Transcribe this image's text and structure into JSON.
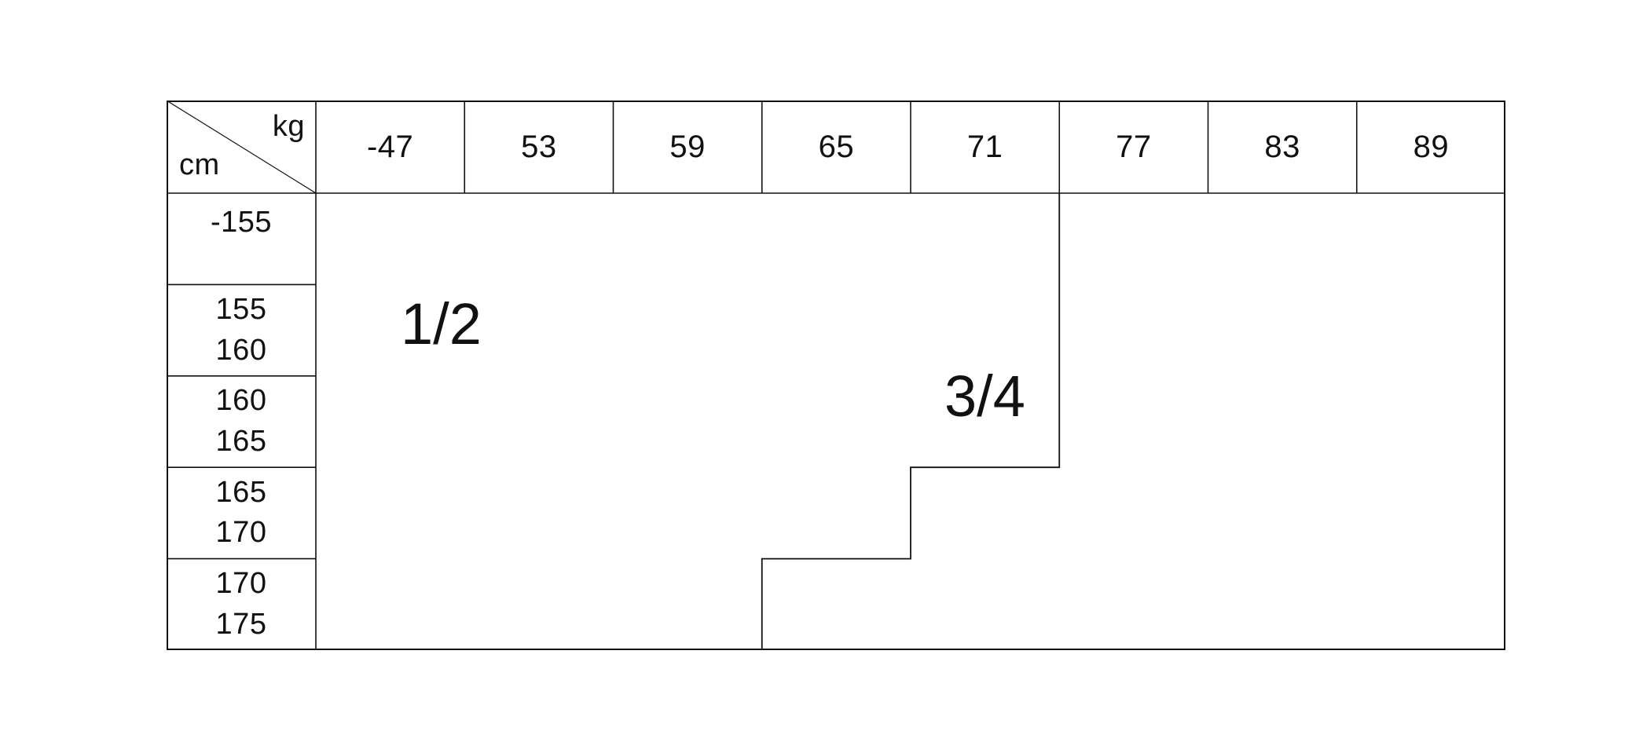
{
  "table": {
    "corner": {
      "weight_unit": "kg",
      "height_unit": "cm"
    },
    "column_headers": [
      "-47",
      "53",
      "59",
      "65",
      "71",
      "77",
      "83",
      "89"
    ],
    "row_headers": [
      {
        "lines": [
          "-155"
        ]
      },
      {
        "lines": [
          "155",
          "160"
        ]
      },
      {
        "lines": [
          "160",
          "165"
        ]
      },
      {
        "lines": [
          "165",
          "170"
        ]
      },
      {
        "lines": [
          "170",
          "175"
        ]
      }
    ],
    "regions": [
      {
        "label": "1/2"
      },
      {
        "label": "3/4"
      }
    ]
  },
  "chart_data": {
    "type": "table",
    "title": "",
    "xlabel": "kg",
    "ylabel": "cm",
    "categories": [
      "-47",
      "53",
      "59",
      "65",
      "71",
      "77",
      "83",
      "89"
    ],
    "rows": [
      "-155",
      "155-160",
      "160-165",
      "165-170",
      "170-175"
    ],
    "cells": [
      [
        "1/2",
        "1/2",
        "1/2",
        "1/2",
        "1/2",
        "3/4",
        "3/4",
        "3/4"
      ],
      [
        "1/2",
        "1/2",
        "1/2",
        "1/2",
        "1/2",
        "3/4",
        "3/4",
        "3/4"
      ],
      [
        "1/2",
        "1/2",
        "1/2",
        "1/2",
        "1/2",
        "3/4",
        "3/4",
        "3/4"
      ],
      [
        "1/2",
        "1/2",
        "1/2",
        "1/2",
        "3/4",
        "3/4",
        "3/4",
        "3/4"
      ],
      [
        "1/2",
        "1/2",
        "1/2",
        "3/4",
        "3/4",
        "3/4",
        "3/4",
        "3/4"
      ]
    ],
    "boundary_steps": [
      5,
      5,
      5,
      4,
      3
    ],
    "grid": true,
    "legend": "none"
  }
}
